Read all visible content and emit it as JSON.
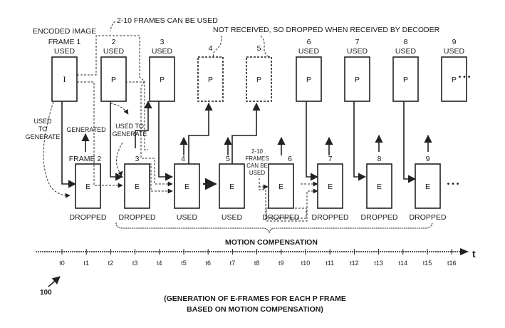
{
  "title_labels": {
    "encoded_image": "ENCODED IMAGE",
    "frames_can_be_used": "2-10 FRAMES CAN BE USED",
    "not_received": "NOT RECEIVED, SO DROPPED WHEN RECEIVED BY DECODER"
  },
  "p_frames": [
    {
      "number": "FRAME 1",
      "status": "USED",
      "type": "I",
      "received": true
    },
    {
      "number": "2",
      "status": "USED",
      "type": "P",
      "received": true
    },
    {
      "number": "3",
      "status": "USED",
      "type": "P",
      "received": true
    },
    {
      "number": "4",
      "status": "",
      "type": "P",
      "received": false
    },
    {
      "number": "5",
      "status": "",
      "type": "P",
      "received": false
    },
    {
      "number": "6",
      "status": "USED",
      "type": "P",
      "received": true
    },
    {
      "number": "7",
      "status": "USED",
      "type": "P",
      "received": true
    },
    {
      "number": "8",
      "status": "USED",
      "type": "P",
      "received": true
    },
    {
      "number": "9",
      "status": "USED",
      "type": "P",
      "received": true
    }
  ],
  "e_frames": [
    {
      "number": "FRAME 2",
      "type": "E",
      "status": "DROPPED"
    },
    {
      "number": "3",
      "type": "E",
      "status": "DROPPED"
    },
    {
      "number": "4",
      "type": "E",
      "status": "USED"
    },
    {
      "number": "5",
      "type": "E",
      "status": "USED"
    },
    {
      "number": "6",
      "type": "E",
      "status": "DROPPED"
    },
    {
      "number": "7",
      "type": "E",
      "status": "DROPPED"
    },
    {
      "number": "8",
      "type": "E",
      "status": "DROPPED"
    },
    {
      "number": "9",
      "type": "E",
      "status": "DROPPED"
    }
  ],
  "annotations": {
    "used_to_generate_left": [
      "USED",
      "TO",
      "GENERATE"
    ],
    "generated": "GENERATED",
    "used_to_generate_mid": [
      "USED TO",
      "GENERATE"
    ],
    "frames_can_be_used_small": [
      "2-10",
      "FRAMES",
      "CAN BE",
      "USED"
    ],
    "ellipsis": "• • •"
  },
  "brace_label": "MOTION COMPENSATION",
  "timeline": {
    "ticks": [
      "t0",
      "t1",
      "t2",
      "t3",
      "t4",
      "t5",
      "t6",
      "t7",
      "t8",
      "t9",
      "t10",
      "t11",
      "t12",
      "t13",
      "t14",
      "t15",
      "t16"
    ],
    "axis_label": "t"
  },
  "reference_numeral": "100",
  "caption": [
    "(GENERATION OF E-FRAMES FOR EACH P FRAME",
    "BASED ON MOTION COMPENSATION)"
  ]
}
